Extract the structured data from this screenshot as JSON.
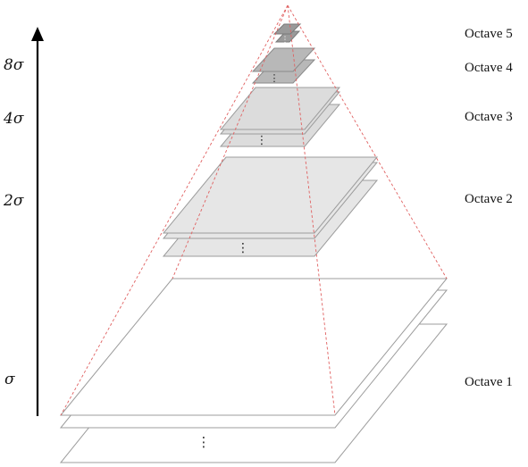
{
  "scale_labels": {
    "s8": "8σ",
    "s4": "4σ",
    "s2": "2σ",
    "s1": "σ"
  },
  "octave_labels": {
    "o5": "Octave 5",
    "o4": "Octave 4",
    "o3": "Octave 3",
    "o2": "Octave 2",
    "o1": "Octave 1"
  },
  "ellipsis": "⋮",
  "colors": {
    "octave1_fill": "#ffffff",
    "octave2_fill": "#e6e6e6",
    "octave3_fill": "#dcdcdc",
    "octave4_fill": "#b8b8b8",
    "octave5_fill": "#9a9a9a",
    "layer_stroke": "#9c9c9c",
    "pyramid_edge": "#e06060",
    "axis": "#000000"
  }
}
